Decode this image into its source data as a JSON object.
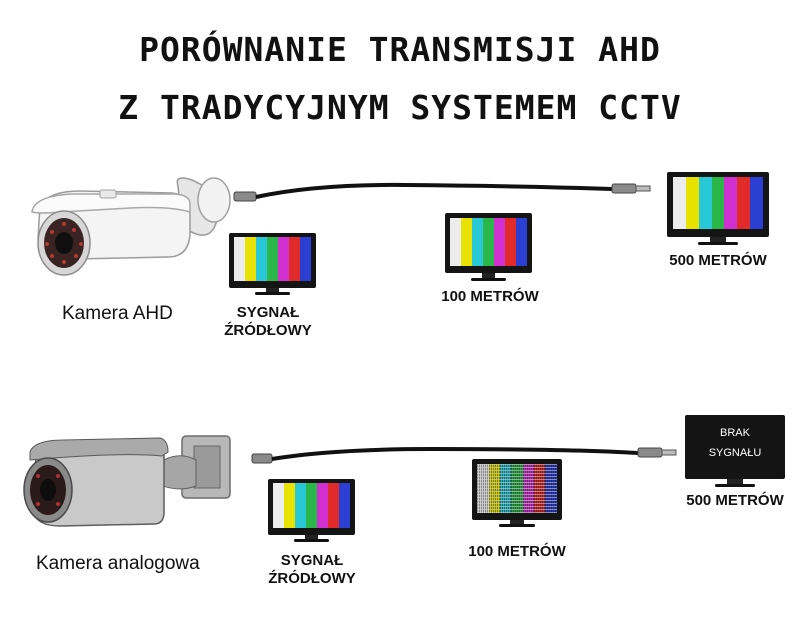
{
  "title": {
    "line1": "PORÓWNANIE TRANSMISJI AHD",
    "line2": "Z TRADYCYJNYM SYSTEMEM CCTV"
  },
  "ahd": {
    "camera_label": "Kamera AHD",
    "source_label_1": "SYGNAŁ",
    "source_label_2": "ŹRÓDŁOWY",
    "mid_label": "100 METRÓW",
    "far_label": "500 METRÓW"
  },
  "analog": {
    "camera_label": "Kamera analogowa",
    "source_label_1": "SYGNAŁ",
    "source_label_2": "ŹRÓDŁOWY",
    "mid_label": "100 METRÓW",
    "far_label": "500 METRÓW",
    "no_signal_1": "BRAK",
    "no_signal_2": "SYGNAŁU"
  },
  "colors": {
    "bars": [
      "#ececec",
      "#e8e200",
      "#27c7d6",
      "#2bb64a",
      "#d12fd0",
      "#e12a2a",
      "#2c3fd3"
    ]
  }
}
